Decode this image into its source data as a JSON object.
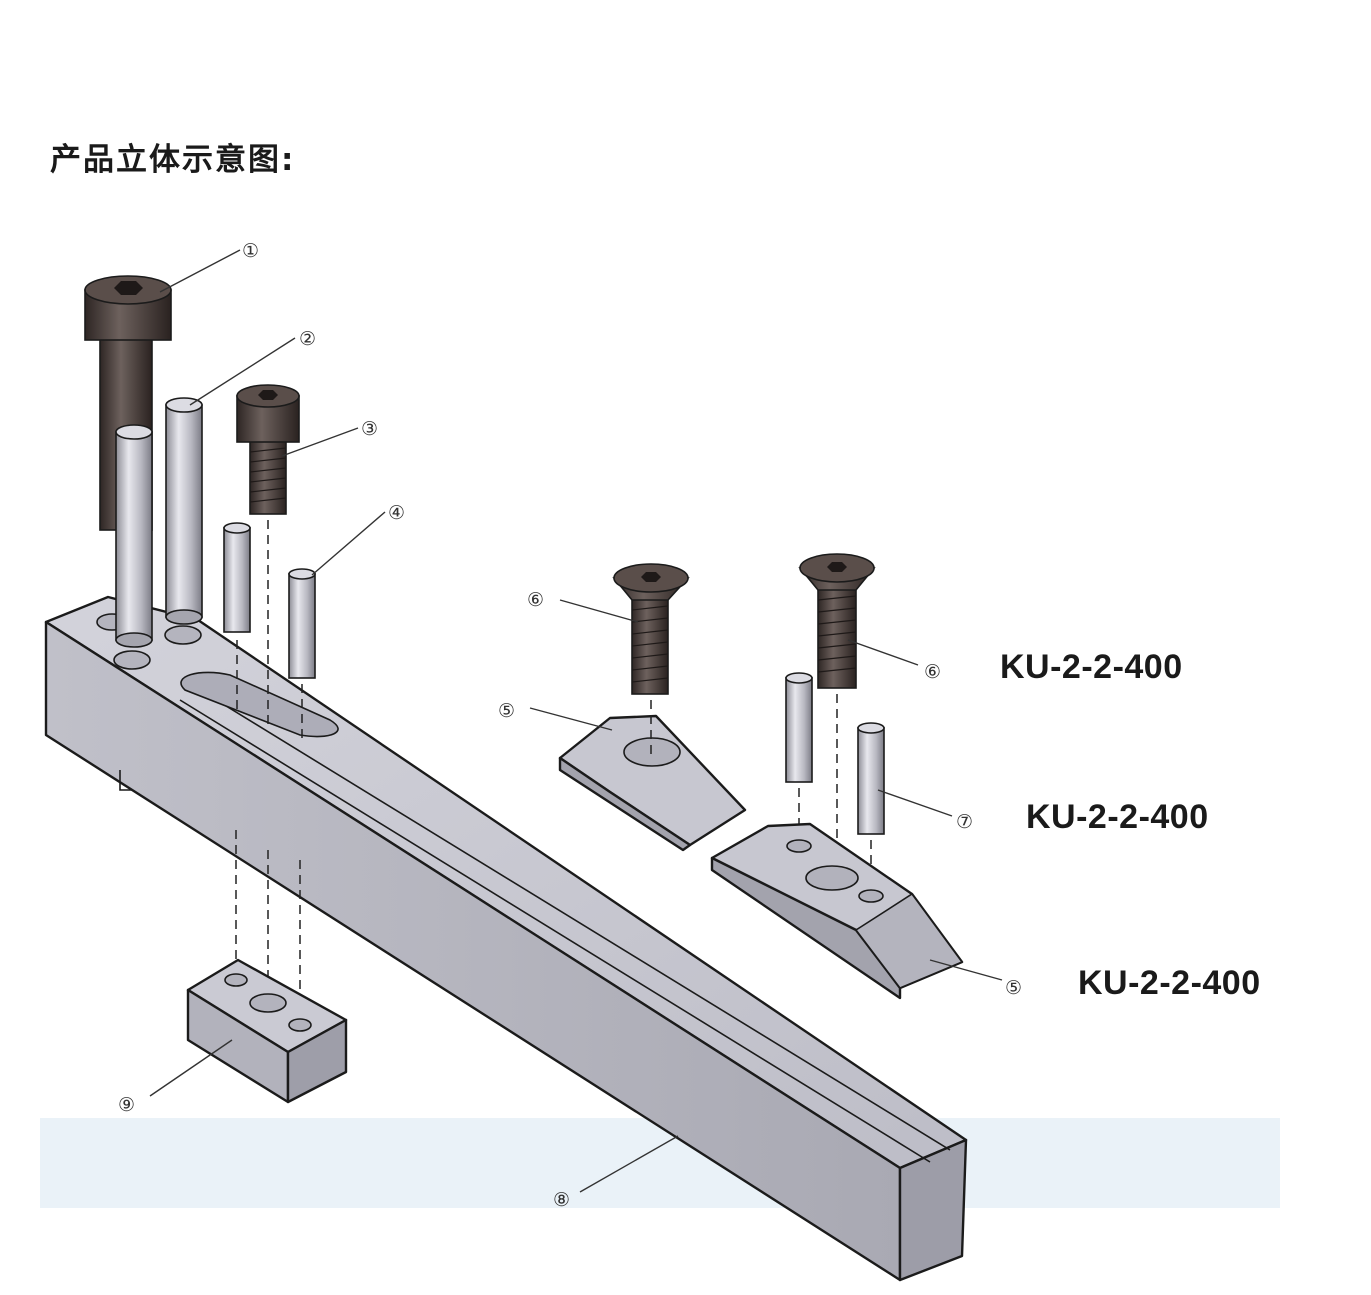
{
  "title": "产品立体示意图:",
  "callouts": [
    "①",
    "②",
    "③",
    "④",
    "⑤",
    "⑤",
    "⑥",
    "⑥",
    "⑦",
    "⑧",
    "⑨"
  ],
  "models": {
    "row1": "KU-2-2-400",
    "row2": "KU-2-2-400",
    "row3": "KU-2-2-400"
  },
  "colors": {
    "steel_top": "#c9c9d2",
    "steel_front": "#b0b0ba",
    "steel_side": "#9c9ca7",
    "bolt_dark": "#4a3f3c"
  }
}
